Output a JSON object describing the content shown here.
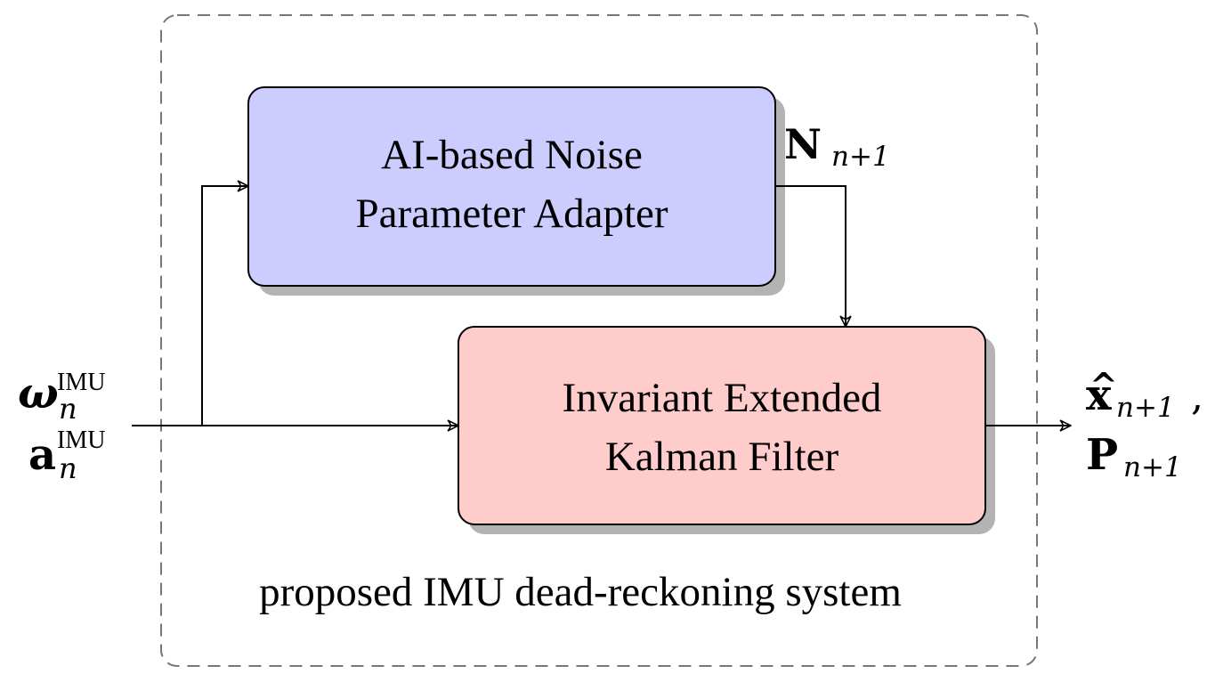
{
  "system": {
    "caption": "proposed IMU dead-reckoning system"
  },
  "blocks": {
    "noise_adapter": {
      "line1": "AI-based Noise",
      "line2": "Parameter Adapter",
      "fill": "#ccccff"
    },
    "iekf": {
      "line1": "Invariant Extended",
      "line2": "Kalman Filter",
      "fill": "#ffcccc"
    }
  },
  "signals": {
    "input": {
      "omega_symbol": "ω",
      "accel_symbol": "a",
      "superscript": "IMU",
      "subscript": "n"
    },
    "noise": {
      "symbol": "N",
      "subscript": "n+1"
    },
    "output": {
      "state_symbol": "x",
      "state_hat": "^",
      "state_subscript": "n+1",
      "comma": ",",
      "cov_symbol": "P",
      "cov_subscript": "n+1"
    }
  }
}
